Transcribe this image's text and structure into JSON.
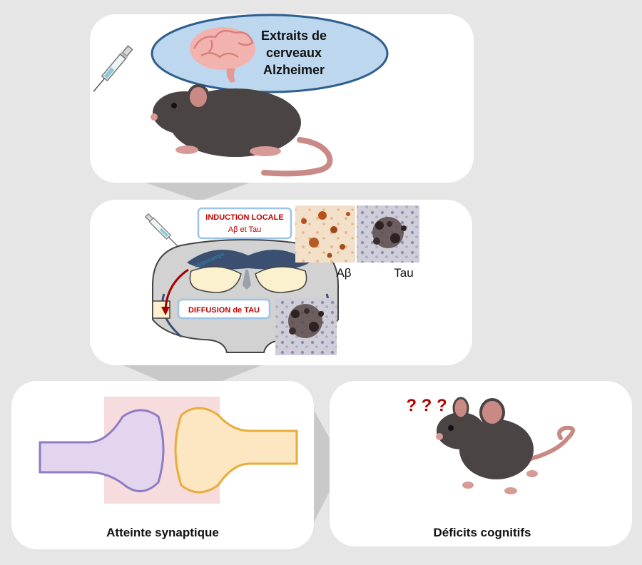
{
  "injection_bubble": {
    "text_line1": "Extraits de",
    "text_line2": "cerveaux",
    "text_line3": "Alzheimer"
  },
  "brain_section": {
    "induction_title": "INDUCTION LOCALE",
    "induction_subtitle": "Aβ et Tau",
    "region_label": "Hippocampe",
    "diffusion_label": "DIFFUSION de TAU",
    "stain_label_abeta": "Aβ",
    "stain_label_tau": "Tau"
  },
  "synapse_panel": {
    "caption": "Atteinte synaptique"
  },
  "cognition_panel": {
    "caption": "Déficits cognitifs",
    "question_marks": "? ? ?"
  },
  "colors": {
    "panel": "#ffffff",
    "background": "#e6e6e6",
    "bubble_fill": "#bdd7ee",
    "bubble_stroke": "#2e5e8e",
    "label_red": "#c00000",
    "mouse": "#4a4444",
    "tail": "#c98a86",
    "pre_synapse": "#e3d5ee",
    "pre_synapse_stroke": "#8e7bc4",
    "post_synapse": "#fde6c2",
    "post_synapse_stroke": "#e8ad3c",
    "cleft": "#f6dcdc"
  }
}
